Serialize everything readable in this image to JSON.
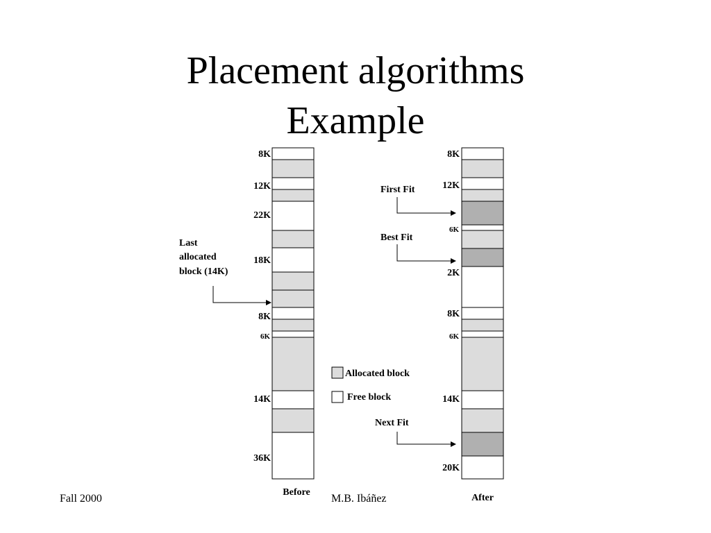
{
  "title_line1": "Placement algorithms",
  "title_line2": "Example",
  "footer": {
    "left": "Fall 2000",
    "center": "M.B. Ibáñez"
  },
  "colors": {
    "allocated": "#dcdcdc",
    "new_allocated": "#b0b0b0",
    "free": "#ffffff",
    "stroke": "#000000"
  },
  "before": {
    "caption": "Before",
    "blocks": [
      {
        "kind": "free",
        "label": "8K"
      },
      {
        "kind": "alloc"
      },
      {
        "kind": "free",
        "label": "12K"
      },
      {
        "kind": "alloc"
      },
      {
        "kind": "free",
        "label": "22K"
      },
      {
        "kind": "alloc"
      },
      {
        "kind": "free",
        "label": "18K"
      },
      {
        "kind": "alloc"
      },
      {
        "kind": "alloc"
      },
      {
        "kind": "free",
        "label": "8K"
      },
      {
        "kind": "alloc"
      },
      {
        "kind": "free",
        "label": "6K"
      },
      {
        "kind": "alloc"
      },
      {
        "kind": "free",
        "label": "14K"
      },
      {
        "kind": "alloc"
      },
      {
        "kind": "free",
        "label": "36K"
      }
    ]
  },
  "after": {
    "caption": "After",
    "blocks": [
      {
        "kind": "free",
        "label": "8K"
      },
      {
        "kind": "alloc"
      },
      {
        "kind": "free",
        "label": "12K"
      },
      {
        "kind": "alloc"
      },
      {
        "kind": "new"
      },
      {
        "kind": "free",
        "label": "6K"
      },
      {
        "kind": "alloc"
      },
      {
        "kind": "new"
      },
      {
        "kind": "free",
        "label": "2K"
      },
      {
        "kind": "free",
        "label": "8K"
      },
      {
        "kind": "alloc"
      },
      {
        "kind": "free",
        "label": "6K"
      },
      {
        "kind": "alloc"
      },
      {
        "kind": "free",
        "label": "14K"
      },
      {
        "kind": "alloc"
      },
      {
        "kind": "new"
      },
      {
        "kind": "free",
        "label": "20K"
      }
    ]
  },
  "annotations": {
    "last_allocated": [
      "Last",
      "allocated",
      "block (14K)"
    ],
    "first_fit": "First Fit",
    "best_fit": "Best Fit",
    "next_fit": "Next Fit"
  },
  "legend": {
    "allocated": "Allocated block",
    "free": "Free block"
  }
}
